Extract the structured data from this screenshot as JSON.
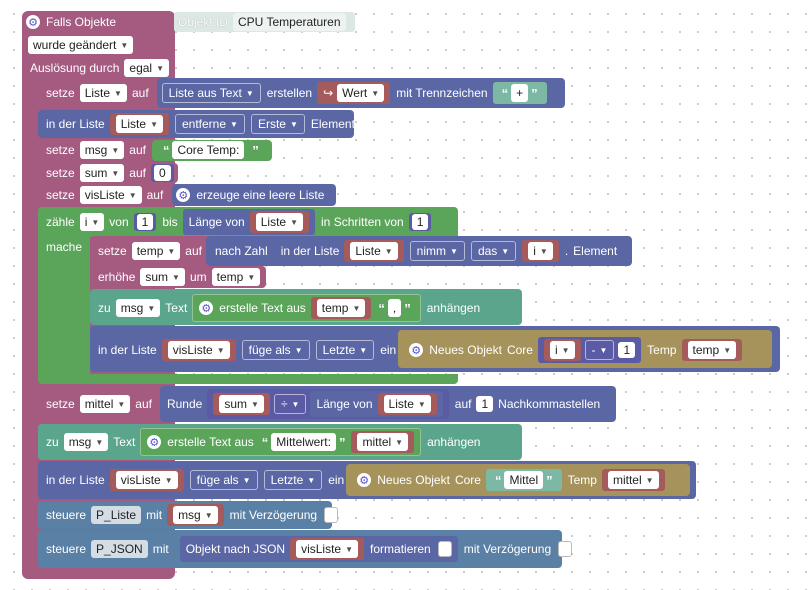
{
  "trigger": {
    "label": "Falls Objekte",
    "object_id_label": "Objekt ID",
    "object_id_value": "CPU Temperaturen",
    "changed": "wurde geändert",
    "ausloesung_label": "Auslösung durch",
    "ausloesung_value": "egal"
  },
  "row1": {
    "setze": "setze",
    "var": "Liste",
    "auf": "auf",
    "func": "Liste aus Text",
    "erstellen": "erstellen",
    "wert": "Wert",
    "mit": "mit Trennzeichen",
    "sep": "+"
  },
  "row2": {
    "in": "in der Liste",
    "var": "Liste",
    "op": "entferne",
    "pos": "Erste",
    "element": "Element"
  },
  "row3": {
    "setze": "setze",
    "var": "msg",
    "auf": "auf",
    "text": "Core Temp:"
  },
  "row4": {
    "setze": "setze",
    "var": "sum",
    "auf": "auf",
    "num": "0"
  },
  "row5": {
    "setze": "setze",
    "var": "visListe",
    "auf": "auf",
    "create": "erzeuge eine leere Liste"
  },
  "loop": {
    "zaehle": "zähle",
    "var": "i",
    "von": "von",
    "from": "1",
    "bis": "bis",
    "laenge": "Länge von",
    "list": "Liste",
    "schritte": "in Schritten von",
    "step": "1",
    "mache": "mache"
  },
  "l1": {
    "setze": "setze",
    "var": "temp",
    "auf": "auf",
    "nachzahl": "nach Zahl",
    "in": "in der Liste",
    "list": "Liste",
    "op": "nimm",
    "pos": "das",
    "idx": "i",
    "element": "Element"
  },
  "l2": {
    "erhoehe": "erhöhe",
    "var": "sum",
    "um": "um",
    "val": "temp"
  },
  "l3": {
    "zu": "zu",
    "var": "msg",
    "text": "Text",
    "create": "erstelle Text aus",
    "val": "temp",
    "sep": ",",
    "append": "anhängen"
  },
  "l4": {
    "in": "in der Liste",
    "list": "visListe",
    "op": "füge als",
    "pos": "Letzte",
    "ein": "ein",
    "newobj": "Neues Objekt",
    "core": "Core",
    "i": "i",
    "minus": "-",
    "one": "1",
    "temp_label": "Temp",
    "temp_val": "temp"
  },
  "row6": {
    "setze": "setze",
    "var": "mittel",
    "auf": "auf",
    "runde": "Runde",
    "sum": "sum",
    "div": "÷",
    "laenge": "Länge von",
    "list": "Liste",
    "auf2": "auf",
    "dec": "1",
    "nach": "Nachkommastellen"
  },
  "row7": {
    "zu": "zu",
    "var": "msg",
    "text": "Text",
    "create": "erstelle Text aus",
    "lit": "Mittelwert:",
    "val": "mittel",
    "append": "anhängen"
  },
  "row8": {
    "in": "in der Liste",
    "list": "visListe",
    "op": "füge als",
    "pos": "Letzte",
    "ein": "ein",
    "newobj": "Neues Objekt",
    "core": "Core",
    "mittel_lit": "Mittel",
    "temp_label": "Temp",
    "temp_val": "mittel"
  },
  "row9": {
    "steuere": "steuere",
    "target": "P_Liste",
    "mit": "mit",
    "val": "msg",
    "delay": "mit Verzögerung"
  },
  "row10": {
    "steuere": "steuere",
    "target": "P_JSON",
    "mit": "mit",
    "func": "Objekt nach JSON",
    "val": "visListe",
    "fmt": "formatieren",
    "delay": "mit Verzögerung"
  }
}
